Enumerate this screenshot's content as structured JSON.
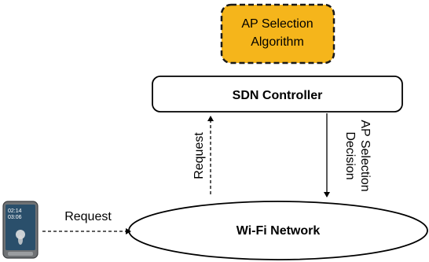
{
  "algorithm_box": {
    "line1": "AP Selection",
    "line2": "Algorithm",
    "fill": "#F5B51B",
    "border": "#1a1a1a"
  },
  "controller": {
    "label": "SDN Controller"
  },
  "network": {
    "label": "Wi-Fi Network"
  },
  "arrows": {
    "up_label": "Request",
    "down_label_line1": "AP Selection",
    "down_label_line2": "Decision",
    "phone_label": "Request"
  },
  "phone": {
    "time_line1": "02:14",
    "time_line2": "03:06"
  }
}
